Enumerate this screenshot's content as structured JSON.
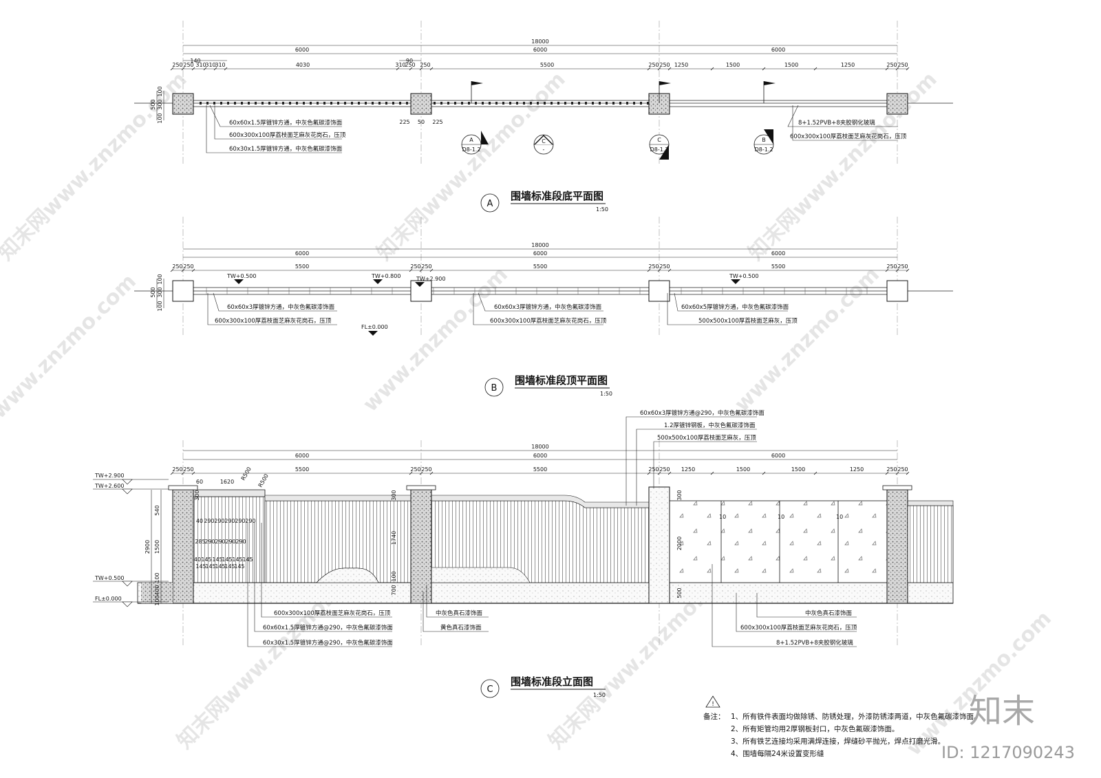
{
  "watermarks": [
    "知末网www.znzmo.com",
    "www.znzmo.com"
  ],
  "brand_logo": "知末",
  "id_text": "ID: 1217090243",
  "plan_a": {
    "marker": "A",
    "title": "围墙标准段底平面图",
    "scale": "1:50",
    "dim_total": "18000",
    "dim_bays": [
      "6000",
      "6000",
      "6000"
    ],
    "dim_small_top": [
      "140",
      "90"
    ],
    "dim_detail": [
      "250",
      "250",
      "310",
      "310",
      "310",
      "4030",
      "310",
      "250",
      "250",
      "5500",
      "250",
      "250",
      "1250",
      "1500",
      "1500",
      "1250",
      "250",
      "250"
    ],
    "dim_left": [
      "100",
      "300",
      "100",
      "500"
    ],
    "dim_below": [
      "225",
      "50",
      "225"
    ],
    "section_marks": [
      {
        "top": "A",
        "bottom": "D8-1.2"
      },
      {
        "top": "C",
        "bottom": "-"
      },
      {
        "top": "C",
        "bottom": "D8-1.2"
      },
      {
        "top": "B",
        "bottom": "D8-1.2"
      }
    ],
    "labels": [
      "60x60x1.5厚镀锌方通，中灰色氟碳漆饰面",
      "600x300x100厚荔枝面芝麻灰花岗石，压顶",
      "60x30x1.5厚镀锌方通，中灰色氟碳漆饰面",
      "8+1.52PVB+8夹胶钢化玻璃",
      "600x300x100厚荔枝面芝麻灰花岗石，压顶"
    ]
  },
  "plan_b": {
    "marker": "B",
    "title": "围墙标准段顶平面图",
    "scale": "1:50",
    "dim_total": "18000",
    "dim_bays": [
      "6000",
      "6000",
      "6000"
    ],
    "dim_detail": [
      "250",
      "250",
      "5500",
      "250",
      "250",
      "5500",
      "250",
      "250",
      "5500",
      "250",
      "250"
    ],
    "dim_left": [
      "100",
      "300",
      "100",
      "500"
    ],
    "levels": [
      "TW+0.500",
      "TW+0.800",
      "TW+2.900",
      "TW+0.500",
      "FL±0.000"
    ],
    "labels": [
      "60x60x3厚镀锌方通，中灰色氟碳漆饰面",
      "600x300x100厚荔枝面芝麻灰花岗石，压顶",
      "60x60x3厚镀锌方通，中灰色氟碳漆饰面",
      "600x300x100厚荔枝面芝麻灰花岗石，压顶",
      "60x60x5厚镀锌方通，中灰色氟碳漆饰面",
      "500x500x100厚荔枝面芝麻灰，压顶"
    ]
  },
  "elev_c": {
    "marker": "C",
    "title": "围墙标准段立面图",
    "scale": "1:50",
    "dim_total": "18000",
    "dim_bays": [
      "6000",
      "6000",
      "6000"
    ],
    "dim_detail": [
      "250",
      "250",
      "5500",
      "250",
      "250",
      "5500",
      "250",
      "250",
      "1250",
      "1500",
      "1500",
      "1250",
      "250",
      "250"
    ],
    "levels": [
      "TW+2.900",
      "TW+2.600",
      "TW+0.500",
      "FL±0.000"
    ],
    "dims_left": [
      "2900",
      "540",
      "1500",
      "100",
      "400",
      "100",
      "300"
    ],
    "dims_mid": [
      "1740",
      "700",
      "100",
      "300",
      "2000",
      "500",
      "300",
      "10",
      "10",
      "10"
    ],
    "bar_dims_a": [
      "60",
      "1620",
      "R500",
      "R500"
    ],
    "bar_dims_b": [
      "40",
      "290",
      "290",
      "290",
      "290",
      "290"
    ],
    "bar_dims_c": [
      "285",
      "290",
      "290",
      "290",
      "290"
    ],
    "bar_dims_d": [
      "40",
      "145",
      "145",
      "145",
      "145",
      "145"
    ],
    "bar_dims_e": [
      "145",
      "145",
      "145",
      "145",
      "145"
    ],
    "top_labels": [
      "60x60x3厚镀锌方通@290，中灰色氟碳漆饰面",
      "1.2厚镀锌钢板，中灰色氟碳漆饰面",
      "500x500x100厚荔枝面芝麻灰，压顶"
    ],
    "bottom_labels_left": [
      "600x300x100厚荔枝面芝麻灰花岗石，压顶",
      "60x60x1.5厚镀锌方通@290，中灰色氟碳漆饰面",
      "60x30x1.5厚镀锌方通@290，中灰色氟碳漆饰面"
    ],
    "bottom_labels_mid": [
      "中灰色真石漆饰面",
      "黄色真石漆饰面"
    ],
    "bottom_labels_right": [
      "中灰色真石漆饰面",
      "600x300x100厚荔枝面芝麻灰花岗石，压顶",
      "8+1.52PVB+8夹胶钢化玻璃"
    ]
  },
  "notes": {
    "heading": "备注：",
    "items": [
      "1、所有铁件表面均做除锈、防锈处理，外漆防锈漆两道，中灰色氟碳漆饰面。",
      "2、所有矩管均用2厚钢板封口，中灰色氟碳漆饰面。",
      "3、所有铁艺连接均采用满焊连接，焊缝砂平抛光，焊点打磨光滑。",
      "4、围墙每隔24米设置变形缝"
    ]
  }
}
